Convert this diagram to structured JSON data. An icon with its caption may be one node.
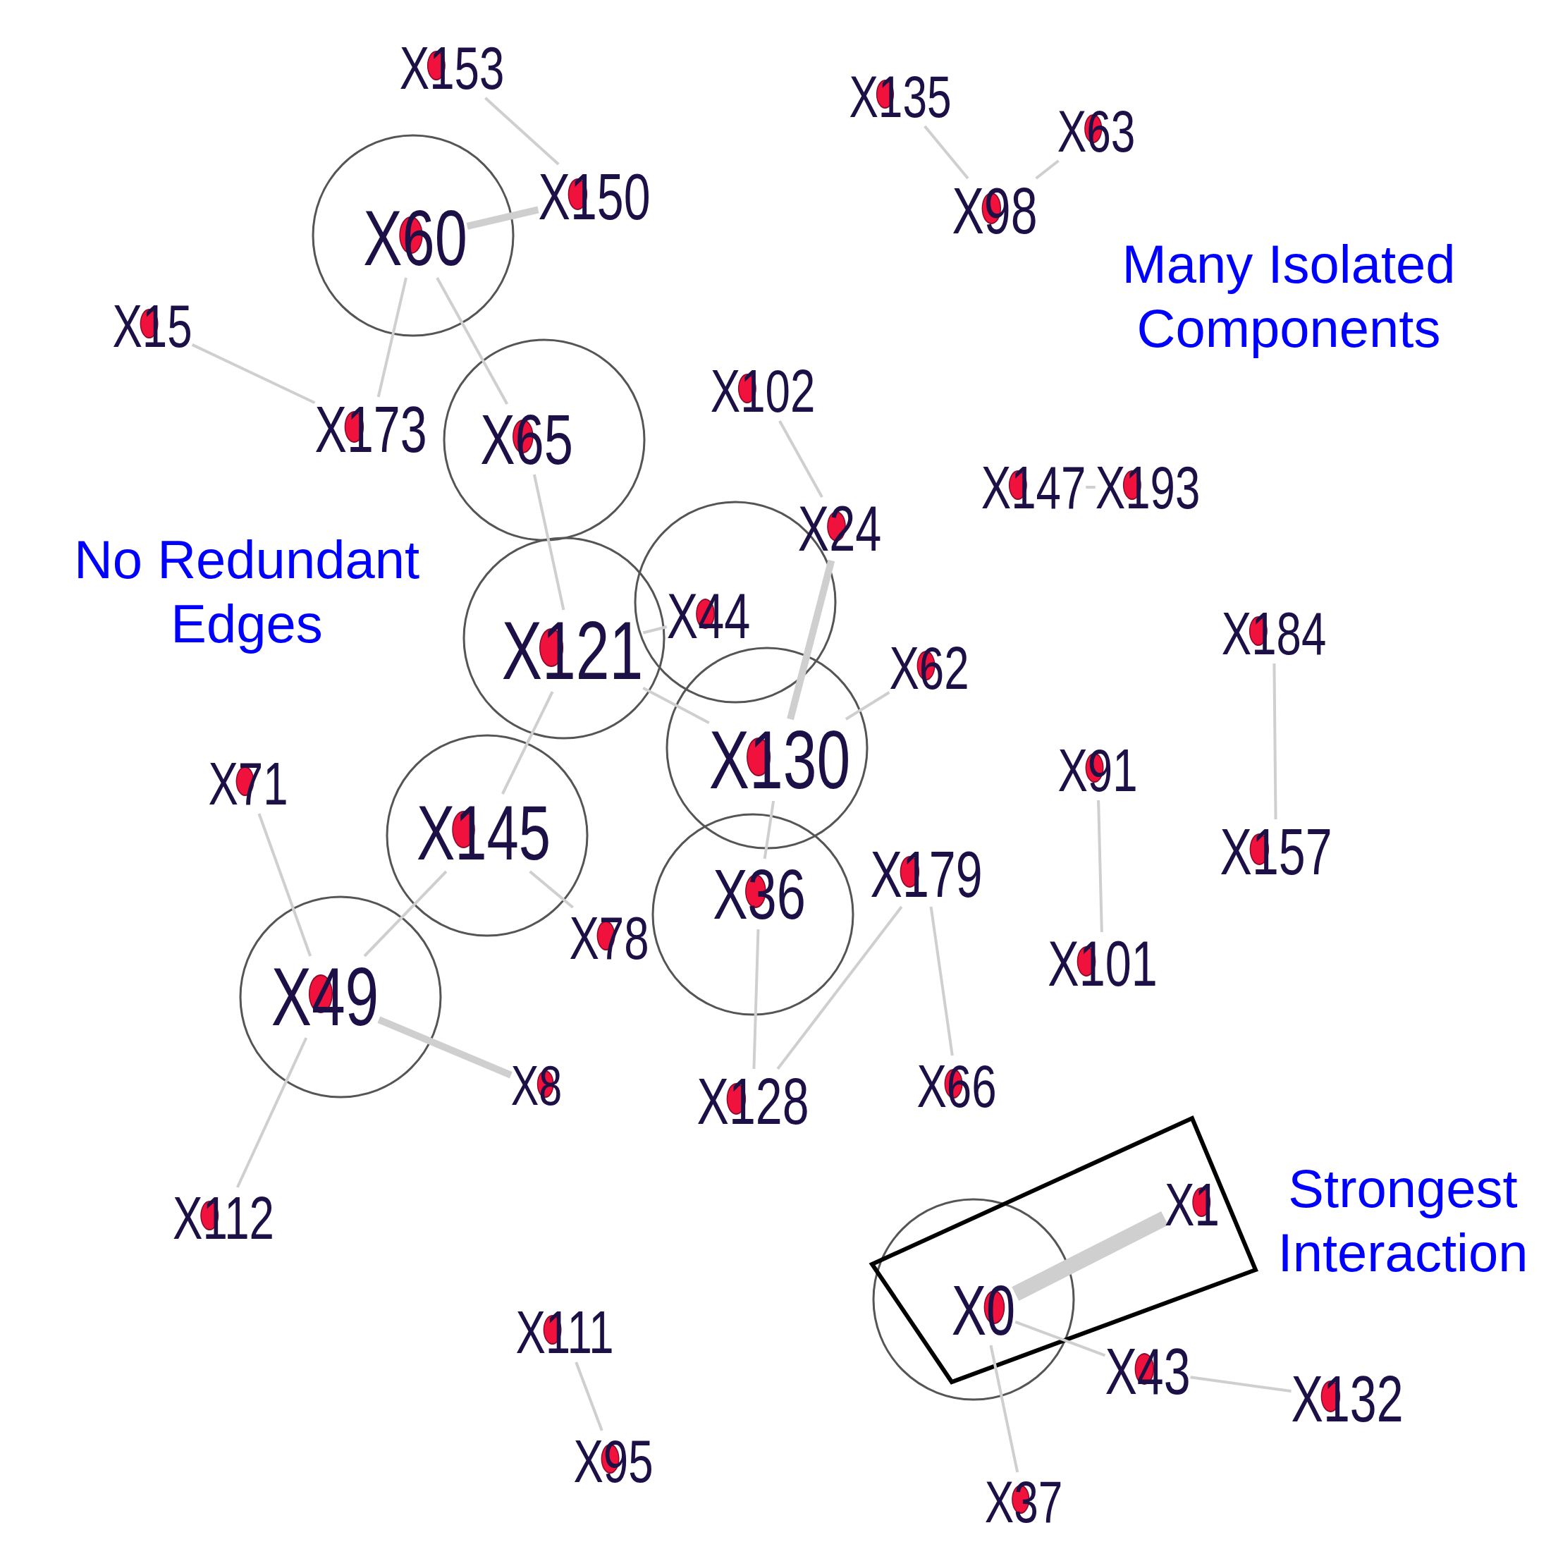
{
  "diagram": {
    "nodes": [
      {
        "text": [
          "X153"
        ]
      },
      {
        "text": [
          "X150"
        ]
      },
      {
        "text": [
          "X60"
        ]
      },
      {
        "text": [
          "X15"
        ]
      },
      {
        "text": [
          "X173"
        ]
      },
      {
        "text": [
          "X65"
        ]
      },
      {
        "text": [
          "X102"
        ]
      },
      {
        "text": [
          "X24"
        ]
      },
      {
        "text": [
          "X44"
        ]
      },
      {
        "text": [
          "X121"
        ]
      },
      {
        "text": [
          "X62"
        ]
      },
      {
        "text": [
          "X130"
        ]
      },
      {
        "text": [
          "X71"
        ]
      },
      {
        "text": [
          "X145"
        ]
      },
      {
        "text": [
          "X78"
        ]
      },
      {
        "text": [
          "X36"
        ]
      },
      {
        "text": [
          "X179"
        ]
      },
      {
        "text": [
          "X49"
        ]
      },
      {
        "text": [
          "X8"
        ]
      },
      {
        "text": [
          "X128"
        ]
      },
      {
        "text": [
          "X66"
        ]
      },
      {
        "text": [
          "X112"
        ]
      },
      {
        "text": [
          "X135"
        ]
      },
      {
        "text": [
          "X63"
        ]
      },
      {
        "text": [
          "X98"
        ]
      },
      {
        "text": [
          "X147"
        ]
      },
      {
        "text": [
          "X193"
        ]
      },
      {
        "text": [
          "X184"
        ]
      },
      {
        "text": [
          "X91"
        ]
      },
      {
        "text": [
          "X157"
        ]
      },
      {
        "text": [
          "X101"
        ]
      },
      {
        "text": [
          "X111"
        ]
      },
      {
        "text": [
          "X95"
        ]
      },
      {
        "text": [
          "X1"
        ]
      },
      {
        "text": [
          "X0"
        ]
      },
      {
        "text": [
          "X43"
        ]
      },
      {
        "text": [
          "X132"
        ]
      },
      {
        "text": [
          "X37"
        ]
      }
    ],
    "edges": [
      {
        "from": 0,
        "to": 1,
        "arrow": "none"
      },
      {
        "from": 1,
        "to": 2,
        "arrow": "none",
        "style": "thick"
      },
      {
        "from": 2,
        "to": 4,
        "arrow": "none"
      },
      {
        "from": 2,
        "to": 5,
        "arrow": "none"
      },
      {
        "from": 3,
        "to": 4,
        "arrow": "none"
      },
      {
        "from": 5,
        "to": 9,
        "arrow": "none"
      },
      {
        "from": 9,
        "to": 8,
        "arrow": "none"
      },
      {
        "from": 9,
        "to": 11,
        "arrow": "none"
      },
      {
        "from": 9,
        "to": 13,
        "arrow": "none"
      },
      {
        "from": 6,
        "to": 7,
        "arrow": "none"
      },
      {
        "from": 7,
        "to": 11,
        "arrow": "none",
        "style": "thick"
      },
      {
        "from": 11,
        "to": 10,
        "arrow": "none"
      },
      {
        "from": 11,
        "to": 15,
        "arrow": "none"
      },
      {
        "from": 13,
        "to": 17,
        "arrow": "none"
      },
      {
        "from": 13,
        "to": 14,
        "arrow": "none"
      },
      {
        "from": 12,
        "to": 17,
        "arrow": "none"
      },
      {
        "from": 17,
        "to": 18,
        "arrow": "none",
        "style": "thick"
      },
      {
        "from": 17,
        "to": 21,
        "arrow": "none"
      },
      {
        "from": 15,
        "to": 19,
        "arrow": "none"
      },
      {
        "from": 16,
        "to": 19,
        "arrow": "none"
      },
      {
        "from": 16,
        "to": 20,
        "arrow": "none"
      },
      {
        "from": 22,
        "to": 24,
        "arrow": "none"
      },
      {
        "from": 24,
        "to": 23,
        "arrow": "none"
      },
      {
        "from": 25,
        "to": 26,
        "arrow": "none"
      },
      {
        "from": 27,
        "to": 29,
        "arrow": "none"
      },
      {
        "from": 28,
        "to": 30,
        "arrow": "none"
      },
      {
        "from": 31,
        "to": 32,
        "arrow": "none"
      },
      {
        "from": 34,
        "to": 33,
        "arrow": "none",
        "style": "thick"
      },
      {
        "from": 34,
        "to": 35,
        "arrow": "none"
      },
      {
        "from": 35,
        "to": 36,
        "arrow": "none"
      },
      {
        "from": 34,
        "to": 37,
        "arrow": "none"
      }
    ],
    "labels": [
      "Many Isolated Components",
      "No Redundant Edges",
      "Strongest Interaction"
    ]
  }
}
